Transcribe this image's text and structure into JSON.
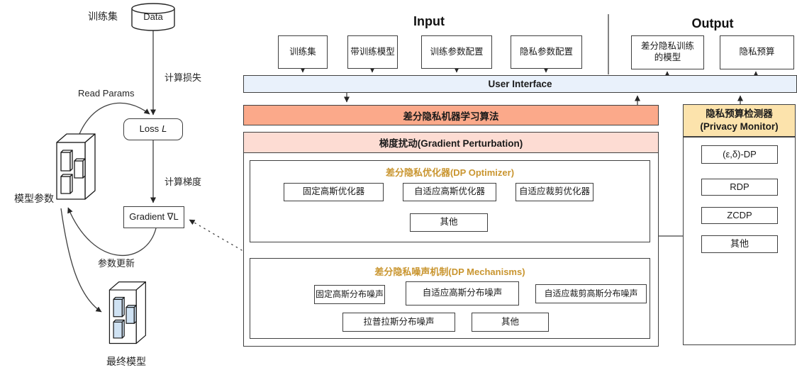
{
  "left_flow": {
    "training_set_label": "训练集",
    "data_label": "Data",
    "compute_loss_label": "计算损失",
    "read_params_label": "Read Params",
    "loss_word": "Loss",
    "loss_symbol": "L",
    "model_params_label": "模型参数",
    "compute_gradient_label": "计算梯度",
    "gradient_label": "Gradient ∇L",
    "param_update_label": "参数更新",
    "final_model_label": "最终模型"
  },
  "io": {
    "input_title": "Input",
    "input_boxes": [
      "训练集",
      "带训练模型",
      "训练参数配置",
      "隐私参数配置"
    ],
    "output_title": "Output",
    "output_boxes": [
      "差分隐私训练的模型",
      "隐私预算"
    ]
  },
  "ui_bar_label": "User Interface",
  "algorithm_bar_label": "差分隐私机器学习算法",
  "perturbation": {
    "header": "梯度扰动(Gradient Perturbation)",
    "optimizer": {
      "title": "差分隐私优化器(DP Optimizer)",
      "boxes": [
        "固定高斯优化器",
        "自适应高斯优化器",
        "自适应裁剪优化器"
      ],
      "other": "其他"
    },
    "mechanisms": {
      "title": "差分隐私噪声机制(DP Mechanisms)",
      "row1": [
        "固定高斯分布噪声",
        "自适应高斯分布噪声",
        "自适应裁剪高斯分布噪声"
      ],
      "row2": [
        "拉普拉斯分布噪声",
        "其他"
      ]
    }
  },
  "monitor": {
    "title_line1": "隐私预算检测器",
    "title_line2": "(Privacy Monitor)",
    "items": [
      "(ε,δ)-DP",
      "RDP",
      "ZCDP",
      "其他"
    ]
  },
  "colors": {
    "ui_bar": "#e9f1fb",
    "algorithm_bar": "#fba98a",
    "perturbation_header": "#fddcd3",
    "monitor_header": "#fce3ac",
    "accent_text": "#c9952f",
    "model_fill": "#cfe2f3"
  }
}
